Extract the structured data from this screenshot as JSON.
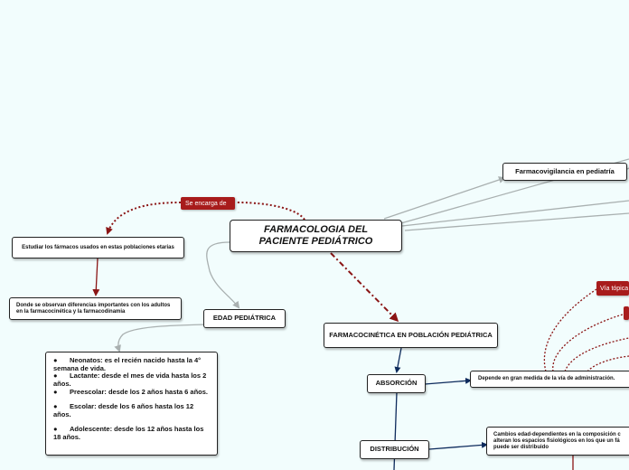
{
  "central": {
    "title_line1": "FARMACOLOGIA DEL",
    "title_line2": "PACIENTE PEDIÁTRICO"
  },
  "labels": {
    "se_encarga": "Se encarga de",
    "via_topica": "Vía tópica"
  },
  "nodes": {
    "farmacovigilancia": "Farmacovigilancia en pediatría",
    "estudiar": "Estudiar los fármacos usados en estas poblaciones etarias",
    "diferencias": "Donde se observan diferencias importantes con los adultos en la farmacocinética y la farmacodinamia",
    "edad": "EDAD PEDIÁTRICA",
    "farmacocinetica": "FARMACOCINÉTICA EN POBLACIÓN PEDIÁTRICA",
    "absorcion": "ABSORCIÓN",
    "depende": "Depende en gran medida de la vía de administración.",
    "distribucion": "DISTRIBUCIÓN",
    "cambios": "Cambios edad-dependientes en la composición c alteran los espacios fisiológicos en los que un fá puede ser distribuido"
  },
  "edad_list": {
    "bullet": "●",
    "items": [
      "Neonatos: es el recién nacido hasta la 4° semana de vida.",
      "Lactante: desde el mes de vida hasta los 2 años.",
      "Preescolar: desde los 2 años hasta 6 años.",
      "Escolar: desde los 6 años hasta los 12 años.",
      "Adolescente: desde los 12 años hasta los 18 años."
    ]
  },
  "colors": {
    "dark_red": "#8b1515",
    "label_red": "#a81c1c",
    "navy": "#0d2a5c",
    "gray": "#a9b0b0",
    "background": "#f2fdfd"
  }
}
